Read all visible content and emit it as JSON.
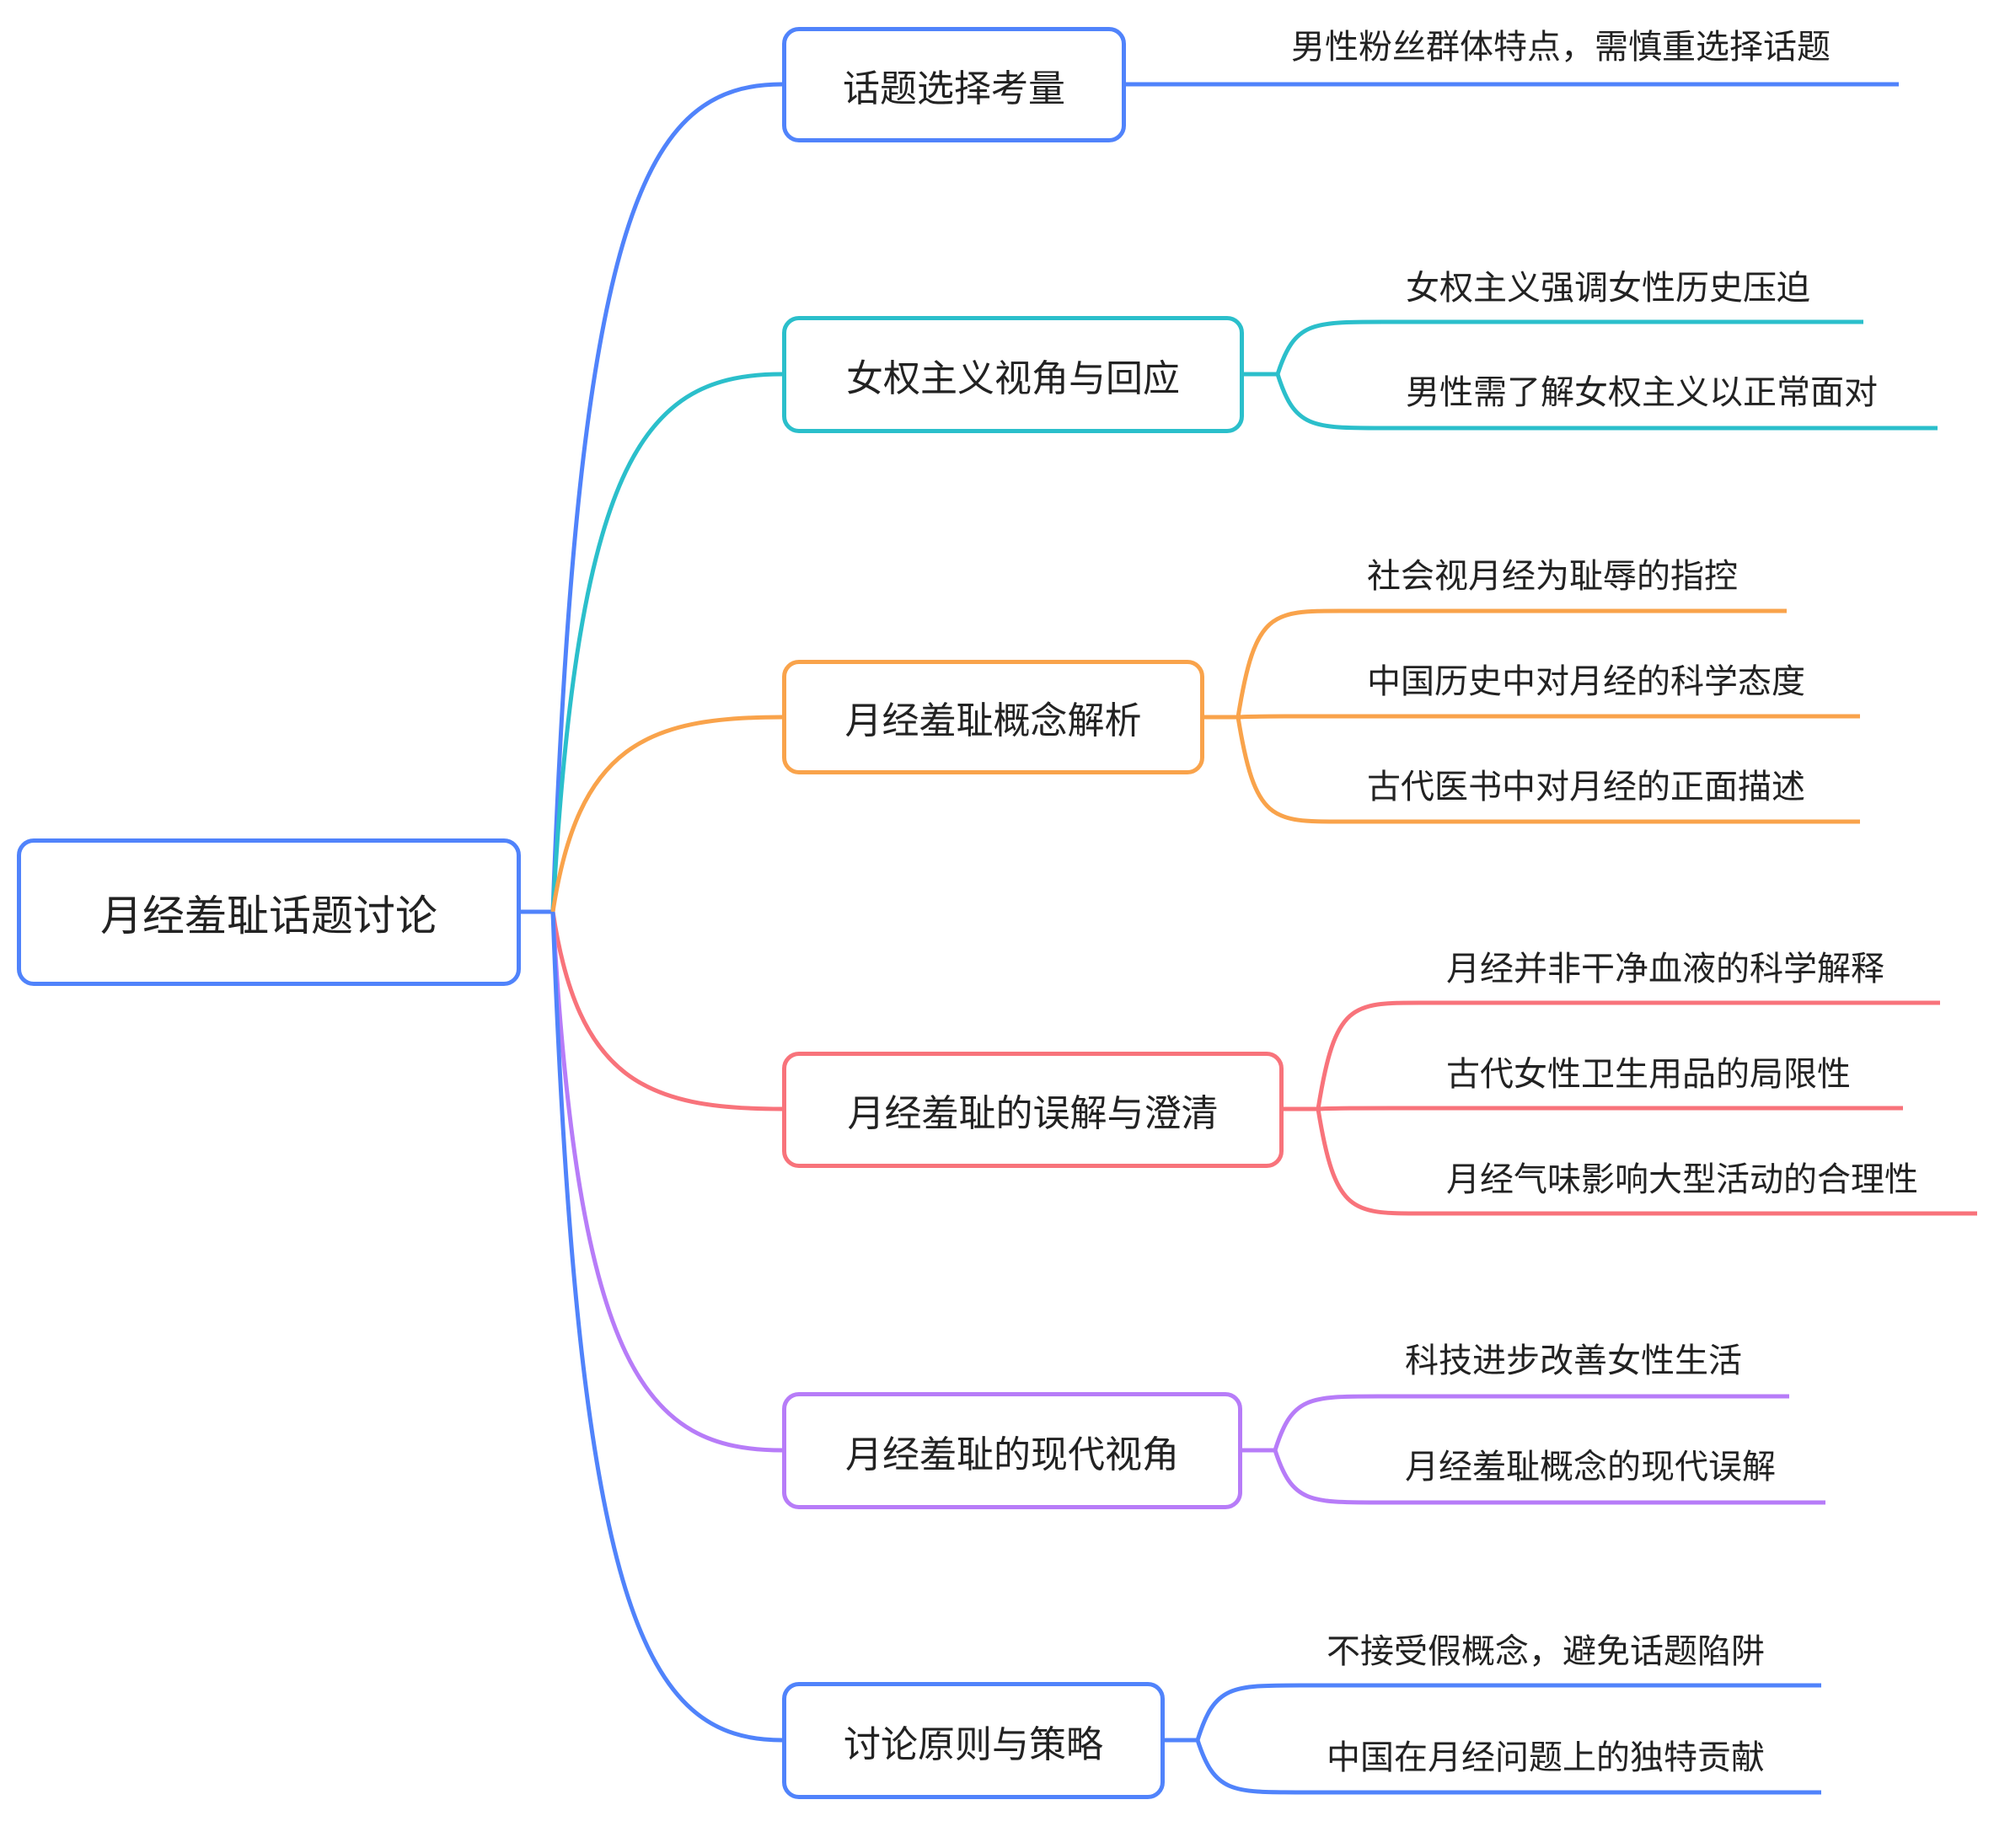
{
  "root": {
    "label": "月经羞耻话题讨论",
    "color": "#5083fb"
  },
  "branches": [
    {
      "label": "话题选择考量",
      "color": "#5083fb",
      "children": [
        "男性粉丝群体特点，需慎重选择话题"
      ]
    },
    {
      "label": "女权主义视角与回应",
      "color": "#2bbfcb",
      "children": [
        "女权主义强调女性历史压迫",
        "男性需了解女权主义以正常面对"
      ]
    },
    {
      "label": "月经羞耻概念解析",
      "color": "#f9a34b",
      "children": [
        "社会视月经为耻辱的指控",
        "中国历史中对月经的科学态度",
        "古代医书中对月经的正面描述"
      ]
    },
    {
      "label": "月经羞耻的误解与澄清",
      "color": "#f8737b",
      "children": [
        "月经并非干净血液的科学解释",
        "古代女性卫生用品的局限性",
        "月经气味影响大型活动的合理性"
      ]
    },
    {
      "label": "月经羞耻的现代视角",
      "color": "#b77cf8",
      "children": [
        "科技进步改善女性生活",
        "月经羞耻概念的现代误解"
      ]
    },
    {
      "label": "讨论原则与策略",
      "color": "#5083fb",
      "children": [
        "不接受假概念，避免话题陷阱",
        "中国在月经问题上的独特贡献"
      ]
    }
  ]
}
